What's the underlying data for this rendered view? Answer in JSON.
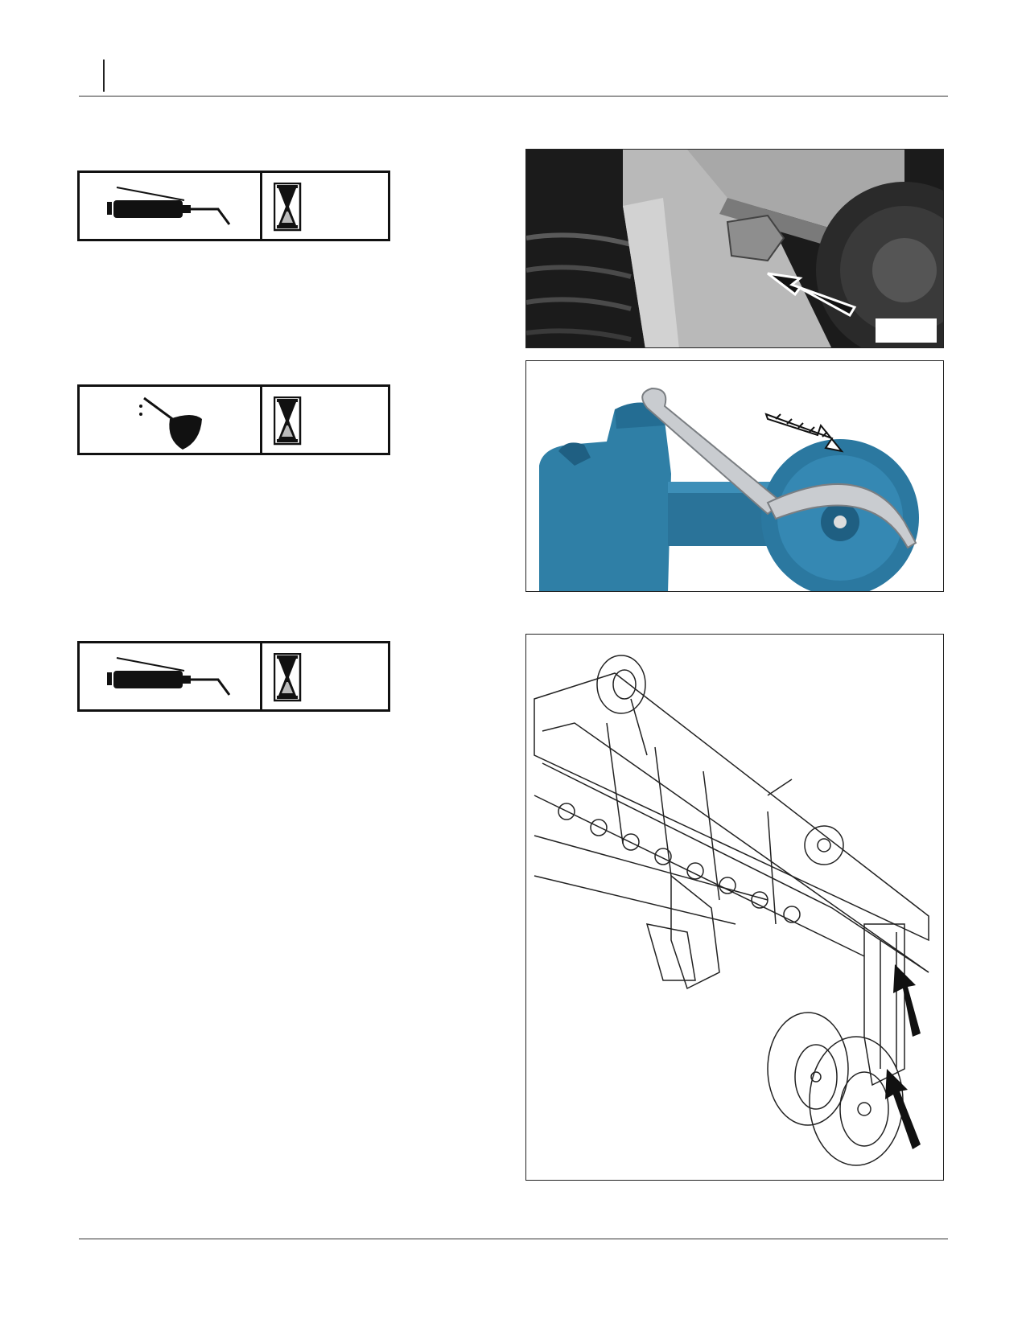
{
  "page": {
    "header": {
      "rule": "header-rule"
    },
    "footer": {
      "rule": "footer-rule"
    }
  },
  "symbols": [
    {
      "id": "grease-gun-1",
      "icons": [
        "grease-gun-icon",
        "hourglass-icon"
      ]
    },
    {
      "id": "oil-can-1",
      "icons": [
        "oil-can-icon",
        "hourglass-icon"
      ]
    },
    {
      "id": "grease-gun-2",
      "icons": [
        "grease-gun-icon",
        "hourglass-icon"
      ]
    }
  ],
  "figures": [
    {
      "id": "photo-grease-fitting",
      "kind": "photo",
      "colors": {
        "dark": "#1a1a1a",
        "metal": "#b8b8b8"
      }
    },
    {
      "id": "photo-pump-wrench",
      "kind": "photo",
      "colors": {
        "pump": "#2f7fa6",
        "wrench": "#c9ccd0"
      }
    },
    {
      "id": "drawing-drill-frame",
      "kind": "line-drawing",
      "colors": {
        "line": "#222222"
      }
    }
  ]
}
